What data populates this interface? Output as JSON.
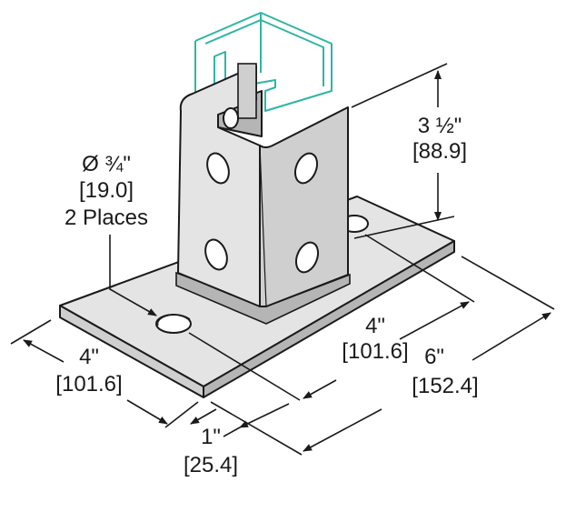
{
  "colors": {
    "metal_light": "#e4e4e4",
    "metal_mid": "#cfcfcf",
    "metal_dark": "#b5b5b5",
    "strut_outline": "#2fb5a4",
    "line": "#1a1a1a"
  },
  "labels": {
    "hole_dia": "Ø ¾\"",
    "hole_dia_mm": "[19.0]",
    "hole_places": "2 Places",
    "height": "3 ½\"",
    "height_mm": "[88.9]",
    "width_left": "4\"",
    "width_left_mm": "[101.6]",
    "hole_spacing": "4\"",
    "hole_spacing_mm": "[101.6]",
    "length": "6\"",
    "length_mm": "[152.4]",
    "edge_offset": "1\"",
    "edge_offset_mm": "[25.4]"
  }
}
